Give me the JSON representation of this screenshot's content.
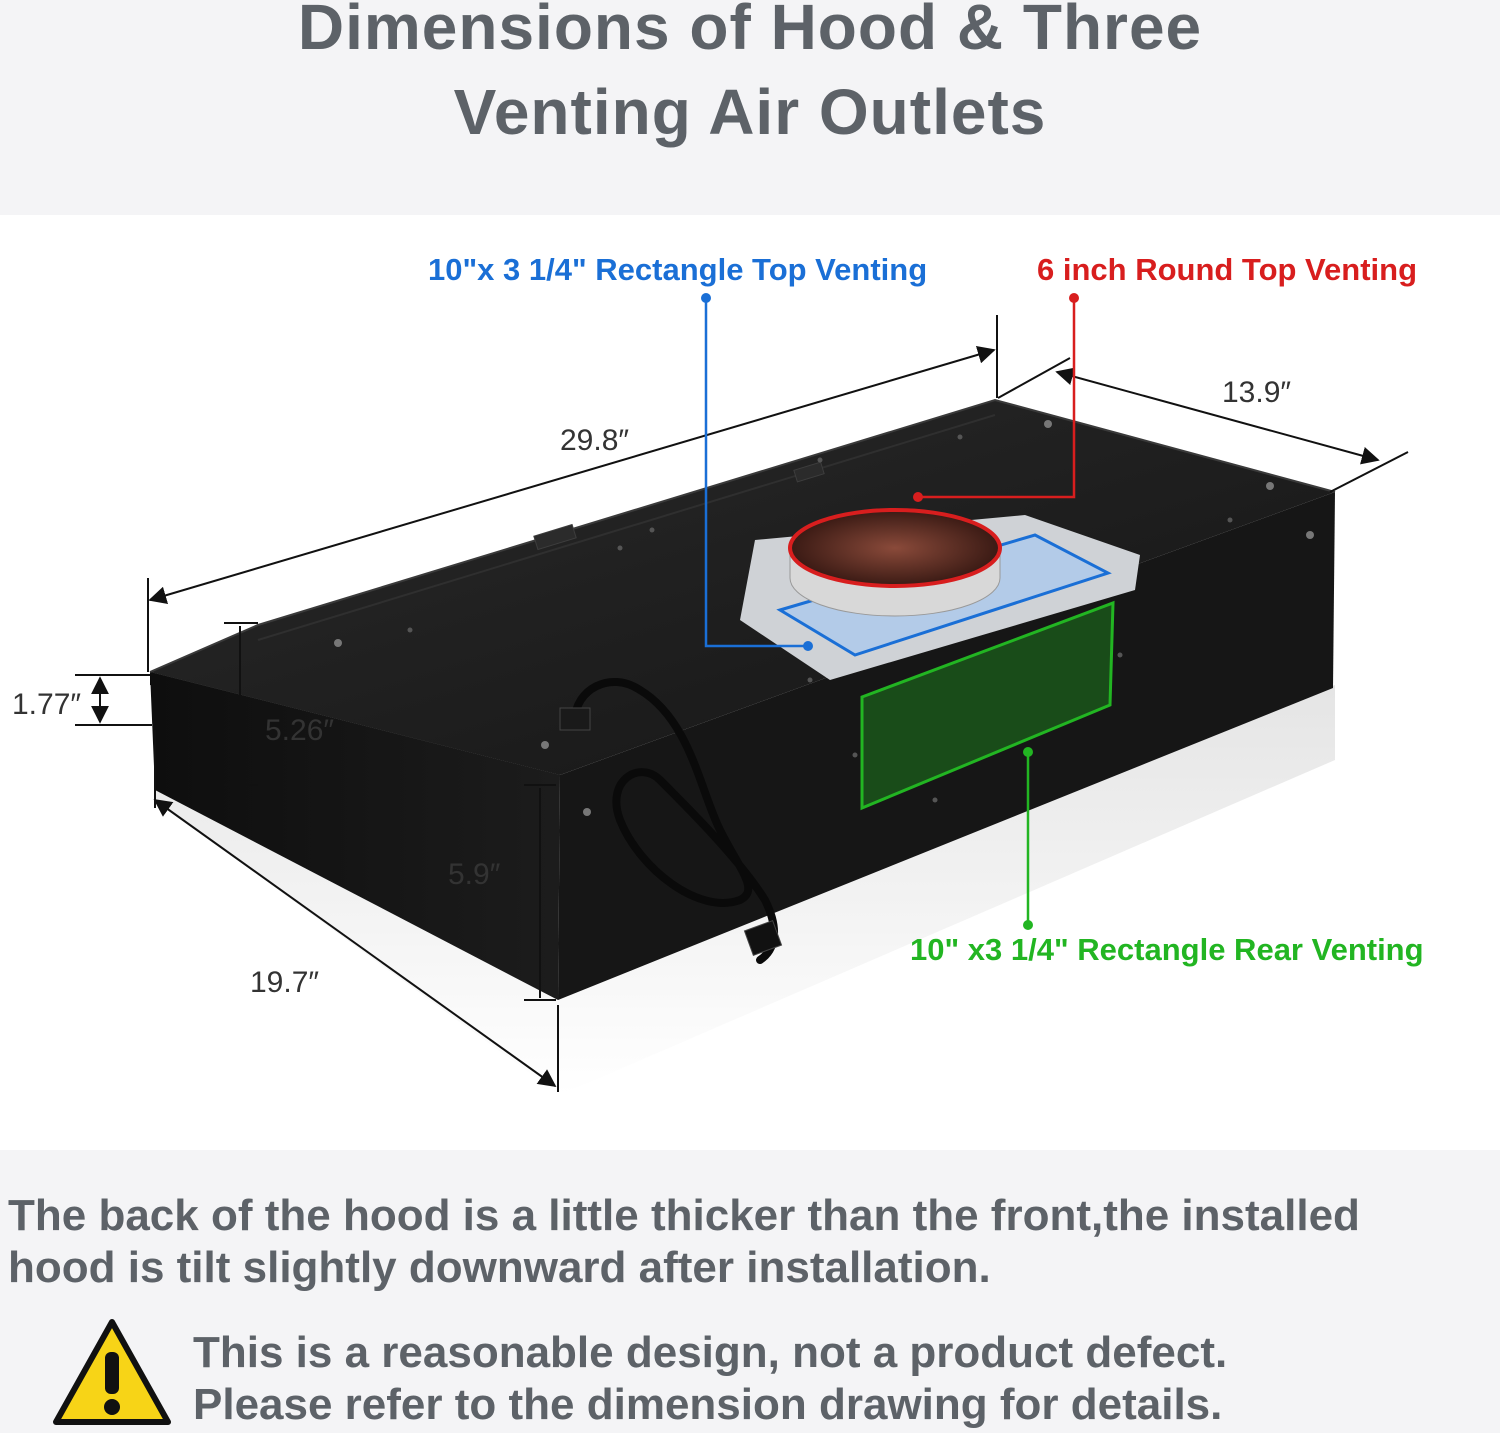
{
  "header": {
    "title_line1": "Dimensions of Hood & Three",
    "title_line2": "Venting Air Outlets"
  },
  "callouts": {
    "rect_top": "10\"x 3 1/4\" Rectangle Top Venting",
    "round_top": "6 inch Round Top Venting",
    "rect_rear": "10\" x3 1/4\" Rectangle Rear Venting"
  },
  "dimensions": {
    "width": "29.8″",
    "depth_top": "13.9″",
    "front_edge": "1.77″",
    "front_height": "5.26″",
    "back_height": "5.9″",
    "depth_bottom": "19.7″"
  },
  "colors": {
    "rect_top": "#1a6fd6",
    "round_top": "#d81e1e",
    "rect_rear": "#22b522",
    "text_gray": "#5d6268",
    "hood_body": "#121212"
  },
  "footer": {
    "note_line1": "The back of the hood is a little thicker than the front,the installed",
    "note_line2": "hood is tilt slightly downward after installation.",
    "warning_line1": "This is a reasonable design, not a product defect.",
    "warning_line2": "Please refer to the dimension drawing for details."
  }
}
